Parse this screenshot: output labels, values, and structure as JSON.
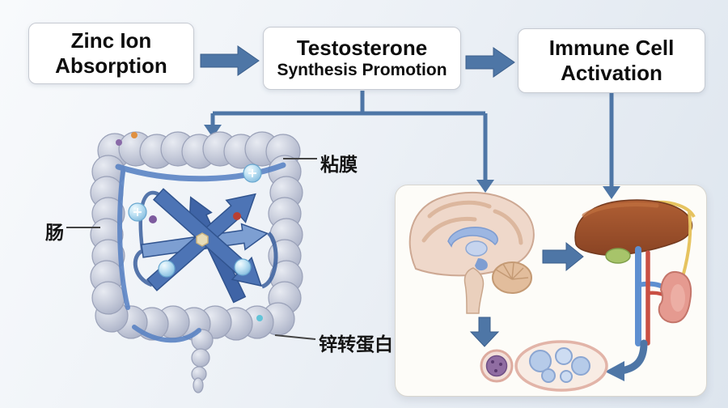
{
  "flow": {
    "boxes": [
      {
        "line1": "Zinc Ion",
        "line2": "Absorption"
      },
      {
        "line1": "Testosterone",
        "line2": "Synthesis Promotion"
      },
      {
        "line1": "Immune Cell",
        "line2": "Activation"
      }
    ]
  },
  "annotations": {
    "mucosa": "粘膜",
    "intestine": "肠",
    "zinc_transporter": "锌转蛋白"
  },
  "icons": {
    "flow_arrow": "right-block-arrow",
    "branch_arrow": "down-arrow",
    "brain_to_liver_arrow": "right-block-arrow",
    "brain_to_cells_arrow": "down-block-arrow",
    "kidney_to_cells_arrow": "curved-down-left-arrow"
  },
  "colors": {
    "arrow": "#4e76a6",
    "box_background": "#ffffff",
    "box_border": "#c6cad2",
    "intestine": "#c2c7d7",
    "protein_ribbon": "#4d74b5",
    "zinc_ion": "#a8d4ee",
    "brain_cortex": "#efd8ca",
    "liver": "#9c4f2b",
    "gallbladder": "#a7c46a",
    "kidney": "#e59a90",
    "cell_membrane": "#e2b4a8",
    "cell_nucleus": "#906da2",
    "panel_background": "#fdfcf8"
  }
}
